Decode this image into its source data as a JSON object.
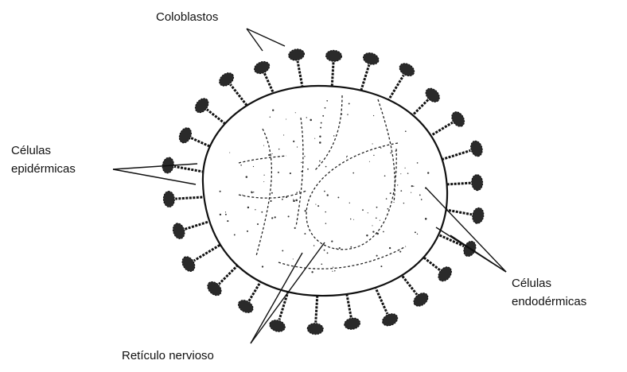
{
  "labels": {
    "coloblastos": "Coloblastos",
    "celulas_epidermicas_line1": "Células",
    "celulas_epidermicas_line2": "epidérmicas",
    "celulas_endodermicas_line1": "Células",
    "celulas_endodermicas_line2": "endodérmicas",
    "reticulo_nervioso": "Retículo nervioso"
  },
  "colors": {
    "ink": "#111111",
    "background": "#ffffff"
  }
}
